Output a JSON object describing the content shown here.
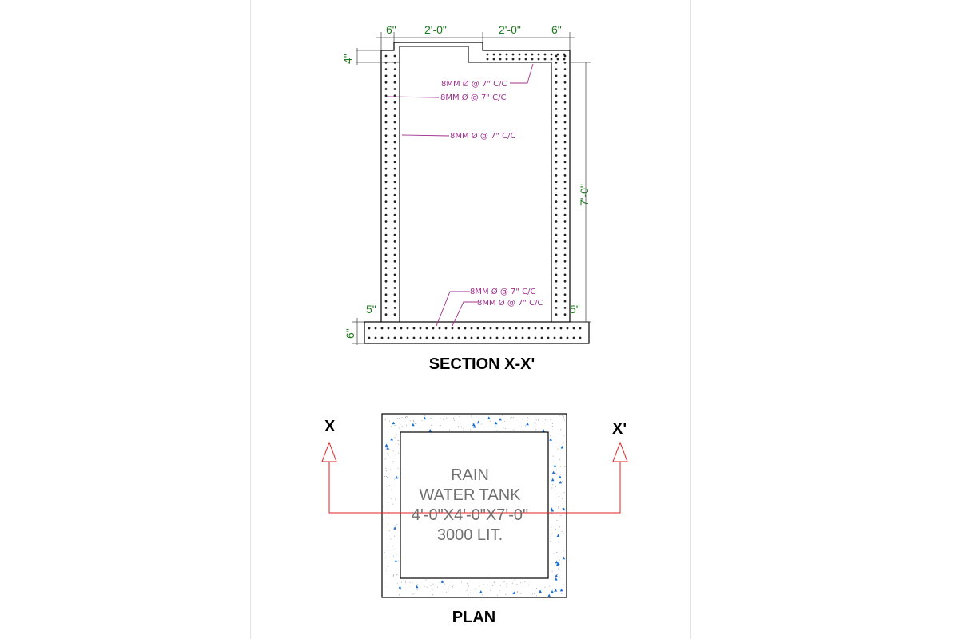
{
  "colors": {
    "dimension": "#1e7a1e",
    "annotation": "#a0308f",
    "section_line": "#e02020",
    "outline": "#000000",
    "hatch": "#1a6fd6",
    "tank_label": "#707070"
  },
  "section": {
    "title": "SECTION X-X'",
    "dims": {
      "top_left_wall": "6\"",
      "opening": "2'-0\"",
      "top_right_span": "2'-0\"",
      "top_right_wall": "6\"",
      "slab_thickness": "4\"",
      "height": "7'-0\"",
      "base_left_offset": "5\"",
      "base_right_offset": "5\"",
      "base_thickness": "6\""
    },
    "rebar_notes": [
      "8MM Ø @ 7\" C/C",
      "8MM Ø @ 7\" C/C",
      "8MM Ø @ 7\" C/C",
      "8MM Ø @ 7\" C/C",
      "8MM Ø @ 7\" C/C"
    ]
  },
  "plan": {
    "title": "PLAN",
    "tank_label": [
      "RAIN",
      "WATER TANK",
      "4'-0\"X4'-0\"X7'-0\"",
      "3000 LIT."
    ],
    "section_marks": {
      "left": "X",
      "right": "X'"
    }
  }
}
